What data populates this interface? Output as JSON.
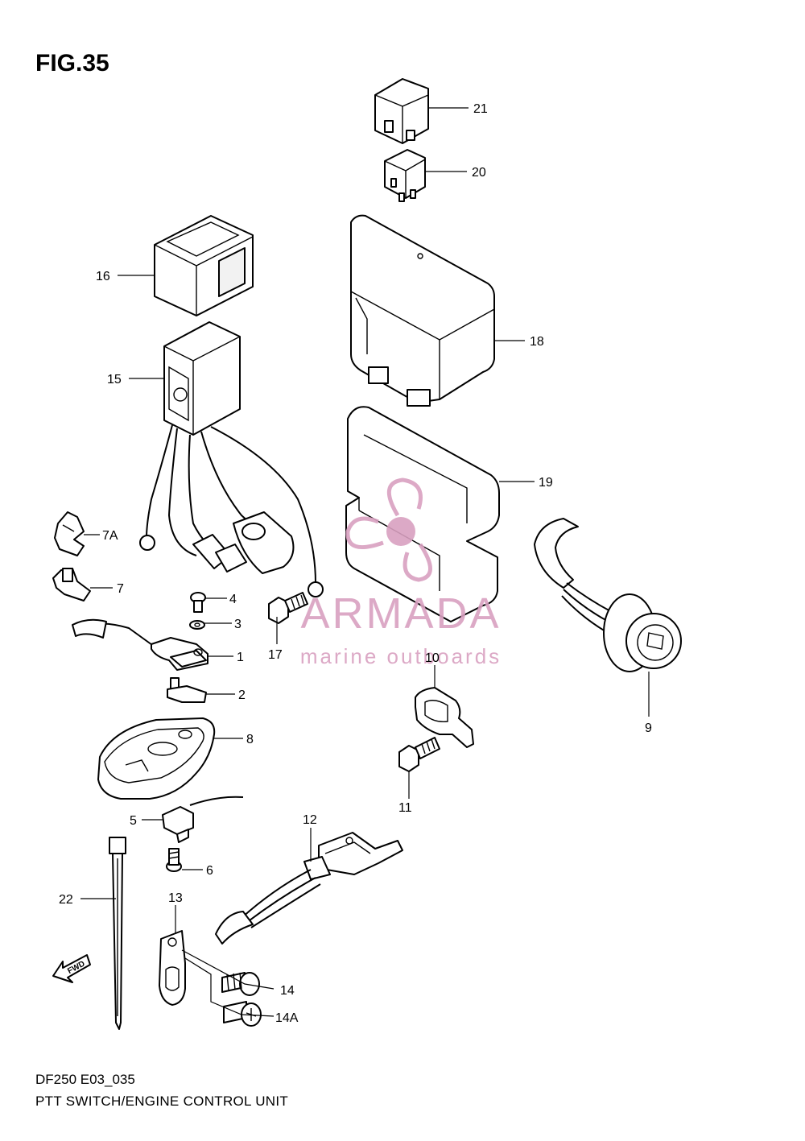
{
  "figure": {
    "title": "FIG.35",
    "code": "DF250 E03_035",
    "caption": "PTT SWITCH/ENGINE CONTROL UNIT"
  },
  "watermark": {
    "brand": "ARMADA",
    "tagline": "marine outboards",
    "color": "#d9a0c0"
  },
  "fwd_arrow": {
    "label": "FWD"
  },
  "callouts": [
    {
      "id": "21",
      "label": "21"
    },
    {
      "id": "20",
      "label": "20"
    },
    {
      "id": "16",
      "label": "16"
    },
    {
      "id": "18",
      "label": "18"
    },
    {
      "id": "15",
      "label": "15"
    },
    {
      "id": "19",
      "label": "19"
    },
    {
      "id": "7A",
      "label": "7A"
    },
    {
      "id": "7",
      "label": "7"
    },
    {
      "id": "4",
      "label": "4"
    },
    {
      "id": "3",
      "label": "3"
    },
    {
      "id": "17",
      "label": "17"
    },
    {
      "id": "10",
      "label": "10"
    },
    {
      "id": "1",
      "label": "1"
    },
    {
      "id": "2",
      "label": "2"
    },
    {
      "id": "9",
      "label": "9"
    },
    {
      "id": "8",
      "label": "8"
    },
    {
      "id": "11",
      "label": "11"
    },
    {
      "id": "5",
      "label": "5"
    },
    {
      "id": "12",
      "label": "12"
    },
    {
      "id": "6",
      "label": "6"
    },
    {
      "id": "22",
      "label": "22"
    },
    {
      "id": "13",
      "label": "13"
    },
    {
      "id": "14",
      "label": "14"
    },
    {
      "id": "14A",
      "label": "14A"
    }
  ]
}
